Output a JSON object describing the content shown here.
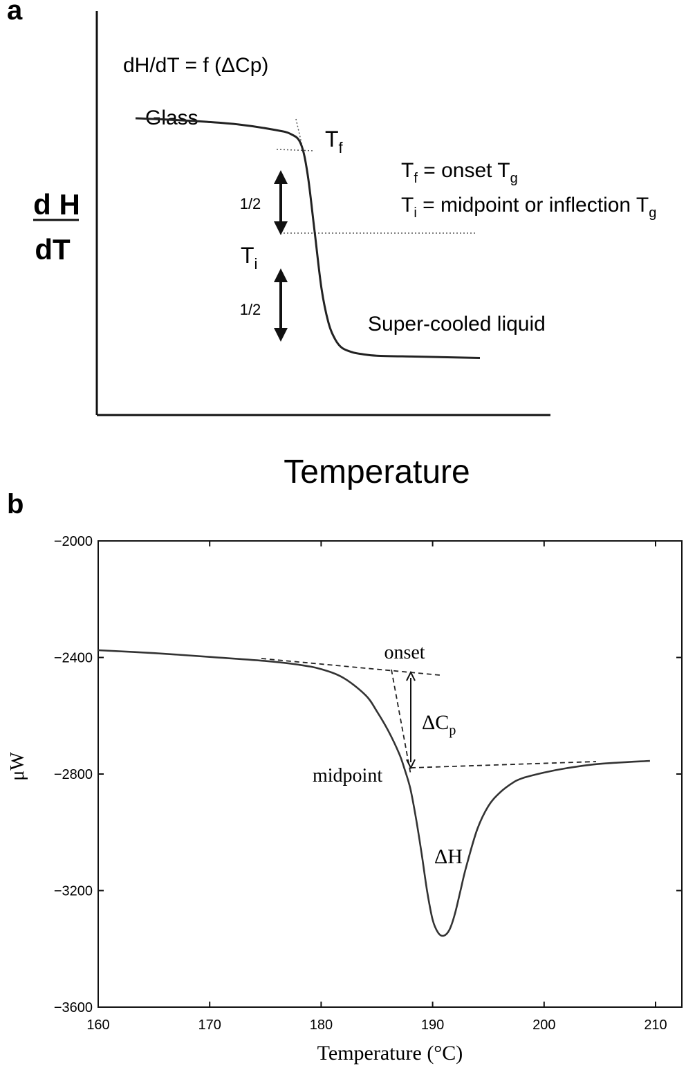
{
  "panel_a": {
    "letter": "a",
    "equation": "dH/dT = f (ΔCp)",
    "glass_label": "Glass",
    "tf_label": {
      "main": "T",
      "sub": "f"
    },
    "ti_label": {
      "main": "T",
      "sub": "i"
    },
    "half_top": "1/2",
    "half_bottom": "1/2",
    "liquid_label": "Super-cooled liquid",
    "ylabel": {
      "numerator": "d H",
      "denominator": "dT"
    },
    "xlabel": "Temperature",
    "def1": {
      "prefix": "T",
      "prefix_sub": "f",
      "text": " = onset T",
      "suffix_sub": "g"
    },
    "def2": {
      "prefix": "T",
      "prefix_sub": "i",
      "text": " = midpoint or inflection T",
      "suffix_sub": "g"
    }
  },
  "panel_b": {
    "letter": "b",
    "onset_label": "onset",
    "midpoint_label": "midpoint",
    "dcp_label": {
      "main": "ΔC",
      "sub": "p"
    },
    "dh_label": "ΔH"
  },
  "chart_data": [
    {
      "type": "line",
      "title": "",
      "xlabel": "Temperature",
      "ylabel": "d H / dT",
      "grid": false,
      "series": [
        {
          "x": [
            0,
            10,
            20,
            30,
            40,
            45,
            48,
            50,
            52,
            54,
            56,
            58,
            60,
            63,
            66,
            70,
            80,
            100
          ],
          "y": [
            90,
            89.5,
            88.8,
            87.8,
            86,
            84.5,
            81,
            70,
            50,
            30,
            18,
            12,
            9,
            7.5,
            6.8,
            6.3,
            6,
            5.5
          ]
        }
      ]
    },
    {
      "type": "line",
      "title": "",
      "xlabel": "Temperature (°C)",
      "ylabel": "μW",
      "xlim": [
        160,
        210
      ],
      "ylim": [
        -3600,
        -2000
      ],
      "xticks": [
        160,
        170,
        180,
        190,
        200,
        210
      ],
      "yticks": [
        -2000,
        -2400,
        -2800,
        -3200,
        -3600
      ],
      "grid": false,
      "series": [
        {
          "x": [
            160,
            165,
            170,
            175,
            178,
            180,
            182,
            184,
            185,
            186,
            187,
            187.5,
            188,
            188.5,
            189,
            189.5,
            190,
            190.5,
            191,
            191.5,
            192,
            192.5,
            193,
            194,
            195,
            196,
            197,
            198,
            200,
            202,
            205,
            209.5
          ],
          "y": [
            -2375,
            -2385,
            -2398,
            -2412,
            -2425,
            -2440,
            -2470,
            -2530,
            -2585,
            -2650,
            -2730,
            -2785,
            -2850,
            -2950,
            -3070,
            -3200,
            -3300,
            -3345,
            -3355,
            -3335,
            -3280,
            -3200,
            -3120,
            -2990,
            -2910,
            -2865,
            -2835,
            -2815,
            -2795,
            -2780,
            -2765,
            -2755
          ]
        }
      ]
    }
  ]
}
